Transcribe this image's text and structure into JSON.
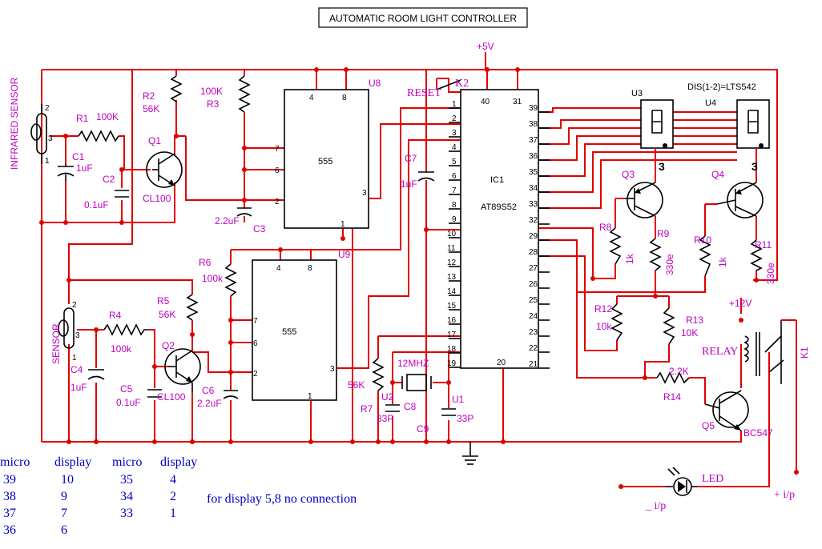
{
  "title": "AUTOMATIC ROOM LIGHT CONTROLLER",
  "supply": {
    "v5": "+5V",
    "v12": "+12V"
  },
  "display_note": "DIS(1-2)=LTS542",
  "labels": {
    "infrared_sensor": "INFRARED SENSOR",
    "sensor": "SENSOR",
    "reset": "RESET",
    "k2": "K2",
    "relay": "RELAY",
    "k1": "K1",
    "led": "LED",
    "minus_ip": "_ i/p",
    "plus_ip": "+ i/p",
    "xtal": "12MHZ",
    "ic1": "IC1",
    "ic1_part": "AT89S52",
    "u8": "U8",
    "u9": "U9",
    "u3": "U3",
    "u4": "U4",
    "timer": "555",
    "no_connection": "for display 5,8 no connection"
  },
  "components": {
    "r1": "R1",
    "r1v": "100K",
    "c1": "C1",
    "c1v": "1uF",
    "c2": "C2",
    "c2v": "0.1uF",
    "q1": "Q1",
    "q1v": "CL100",
    "r2": "R2",
    "r2v": "56K",
    "r3v": "100K",
    "r3": "R3",
    "c3v": "2.2uF",
    "c3": "C3",
    "r6": "R6",
    "r6v": "100k",
    "r5": "R5",
    "r5v": "56K",
    "r4": "R4",
    "r4v": "100k",
    "c4": "C4",
    "c4v": "1uF",
    "c5": "C5",
    "c5v": "0.1uF",
    "q2": "Q2",
    "q2v": "CL100",
    "c6": "C6",
    "c6v": "2.2uF",
    "c7": "C7",
    "c7v": "1uF",
    "r7v": "56K",
    "r7": "R7",
    "u2": "U2",
    "u2v": "33P",
    "c8": "C8",
    "c9": "C9",
    "u1": "U1",
    "u1v": "33P",
    "q3": "Q3",
    "q4": "Q4",
    "r8": "R8",
    "r8v": "1k",
    "r9": "R9",
    "r9v": "330e",
    "r10": "R10",
    "r10v": "1k",
    "r11": "R11",
    "r11v": "330e",
    "r12": "R12",
    "r12v": "10k",
    "r13": "R13",
    "r13v": "10K",
    "r14v": "2.2K",
    "r14": "R14",
    "q5": "Q5",
    "q5v": "BC547",
    "three": "3"
  },
  "ic_pins_left": [
    "1",
    "2",
    "3",
    "4",
    "5",
    "6",
    "7",
    "8",
    "9",
    "10",
    "11",
    "12",
    "13",
    "14",
    "15",
    "16",
    "17",
    "18",
    "19"
  ],
  "ic_pins_right": [
    "39",
    "38",
    "37",
    "36",
    "35",
    "34",
    "33",
    "32",
    "29",
    "28",
    "27",
    "26",
    "25",
    "24",
    "23",
    "22",
    "21"
  ],
  "ic_top_pins": [
    "40",
    "31"
  ],
  "ic_bottom_pin": "20",
  "timer_pins": {
    "p4": "4",
    "p8": "8",
    "p7": "7",
    "p6": "6",
    "p2": "2",
    "p3": "3",
    "p1": "1"
  },
  "mapping_table": {
    "headers": [
      "micro",
      "display",
      "micro",
      "display"
    ],
    "rows": [
      [
        "39",
        "10",
        "35",
        "4"
      ],
      [
        "38",
        "9",
        "34",
        "2"
      ],
      [
        "37",
        "7",
        "33",
        "1"
      ],
      [
        "36",
        "6",
        "",
        ""
      ]
    ]
  }
}
